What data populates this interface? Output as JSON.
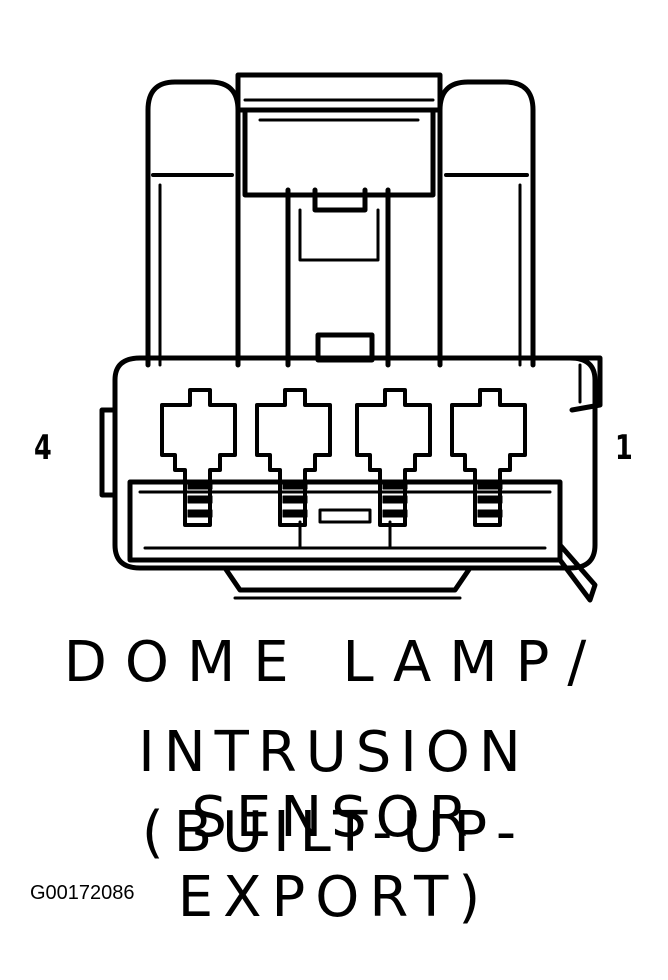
{
  "pin_labels": {
    "left": "4",
    "right": "1"
  },
  "caption": {
    "line1": "DOME LAMP/",
    "line2": "INTRUSION SENSOR",
    "line3": "(BUILT-UP-EXPORT)"
  },
  "figure_id": "G00172086",
  "colors": {
    "ink": "#000000",
    "background": "#ffffff"
  }
}
